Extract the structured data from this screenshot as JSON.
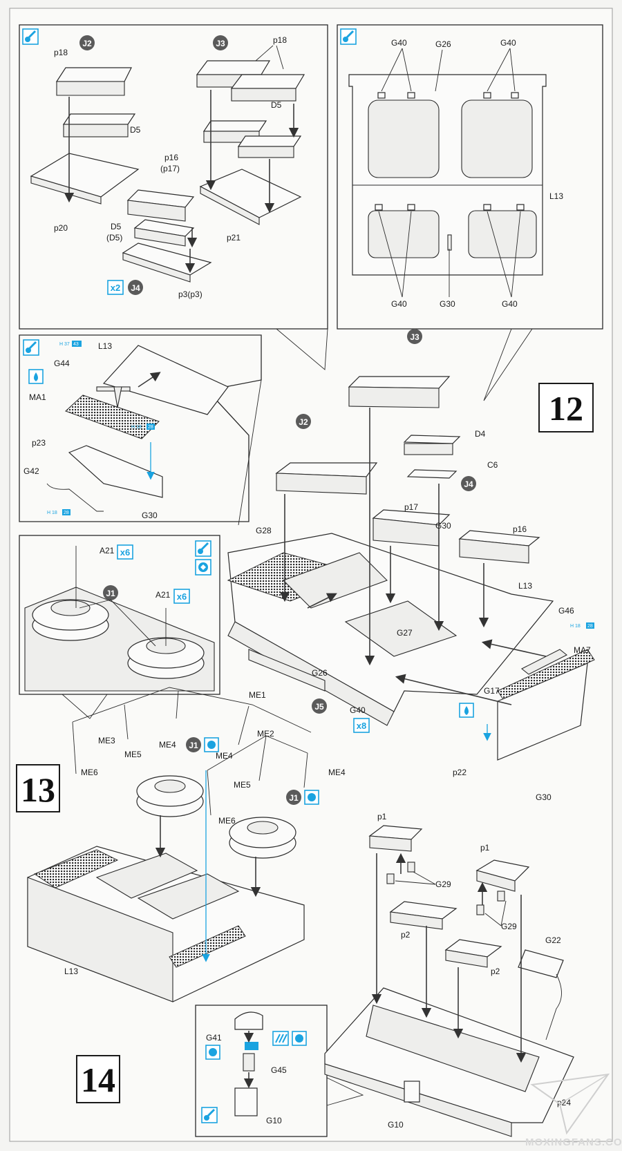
{
  "steps": {
    "step12": "12",
    "step13": "13",
    "step14": "14"
  },
  "markers": {
    "j2": "J2",
    "j3": "J3",
    "j4": "J4",
    "j1": "J1",
    "j5": "J5"
  },
  "multipliers": {
    "x2": "x2",
    "x6": "x6",
    "x8": "x8"
  },
  "paint_refs": {
    "h37": "H 37",
    "h43": "43",
    "h18a": "H 18",
    "h28a": "28",
    "h18b": "H 18",
    "h28b": "28",
    "h18c": "H 18",
    "h28c": "28"
  },
  "labels": {
    "j2_p18": "p18",
    "j2_d5": "D5",
    "j2_p20": "p20",
    "j3_p18": "p18",
    "j3_d5": "D5",
    "j3_p21": "p21",
    "j4_p16": "p16",
    "j4_p17": "(p17)",
    "j4_d5": "D5",
    "j4_d5b": "(D5)",
    "j4_p3": "p3(p3)",
    "tr_g40a": "G40",
    "tr_g26": "G26",
    "tr_g40b": "G40",
    "tr_l13": "L13",
    "tr_g40c": "G40",
    "tr_g30": "G30",
    "tr_g40d": "G40",
    "ml_l13": "L13",
    "ml_g44": "G44",
    "ml_ma1": "MA1",
    "ml_p23": "p23",
    "ml_g42": "G42",
    "ml_g30": "G30",
    "m_d4": "D4",
    "m_c6": "C6",
    "m_p17": "p17",
    "m_g30": "G30",
    "m_p16": "p16",
    "m_g28": "G28",
    "m_l13": "L13",
    "m_g46": "G46",
    "m_ma7": "MA7",
    "m_g27": "G27",
    "m_g26": "G26",
    "m_g17": "G17",
    "m_g40": "G40",
    "m_p22": "p22",
    "m_g30b": "G30",
    "dl_a21a": "A21",
    "dl_a21b": "A21",
    "s13_me1": "ME1",
    "s13_me3": "ME3",
    "s13_me5": "ME5",
    "s13_me4a": "ME4",
    "s13_me6": "ME6",
    "s13_me2": "ME2",
    "s13_me4b": "ME4",
    "s13_me4c": "ME4",
    "s13_me5b": "ME5",
    "s13_me6b": "ME6",
    "s13_l13": "L13",
    "s14_p1a": "p1",
    "s14_p1b": "p1",
    "s14_g29a": "G29",
    "s14_g29b": "G29",
    "s14_p2a": "p2",
    "s14_p2b": "p2",
    "s14_g22": "G22",
    "s14_g10": "G10",
    "s14_p24": "p24",
    "in_g41": "G41",
    "in_g45": "G45",
    "in_g10": "G10"
  },
  "watermark": "MOXINGFANS.COM",
  "colors": {
    "accent_blue": "#1aa3e0",
    "ink": "#1a1a1a",
    "marker_grey": "#5a5a5a",
    "paper": "#f4f4f2"
  }
}
